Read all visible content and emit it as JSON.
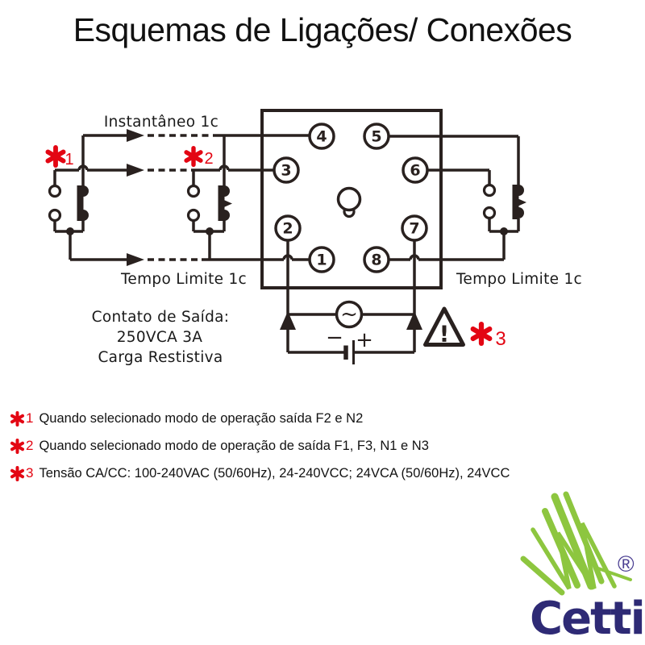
{
  "title": "Esquemas de Ligações/ Conexões",
  "diagram": {
    "labels": {
      "instantaneo": "Instantâneo 1c",
      "tempo_limite_left": "Tempo Limite 1c",
      "tempo_limite_right": "Tempo Limite 1c",
      "contato_line1": "Contato de Saída:",
      "contato_line2": "250VCA 3A",
      "contato_line3": "Carga Restistiva",
      "minus": "−",
      "plus": "+",
      "ac_tilde": "~",
      "warning_mark": "!"
    },
    "pins": [
      "1",
      "2",
      "3",
      "4",
      "5",
      "6",
      "7",
      "8"
    ],
    "refs": {
      "r1": "1",
      "r2": "2",
      "r3": "3"
    }
  },
  "footnotes": [
    {
      "ref": "1",
      "text": "Quando selecionado modo de operação saída F2 e N2"
    },
    {
      "ref": "2",
      "text": "Quando selecionado modo de operação de saída F1, F3, N1 e N3"
    },
    {
      "ref": "3",
      "text": "Tensão CA/CC: 100-240VAC (50/60Hz), 24-240VCC; 24VCA (50/60Hz), 24VCC"
    }
  ],
  "logo": {
    "brand": "Cetti",
    "registered": "®"
  },
  "colors": {
    "line": "#29211f",
    "accent_red": "#e30613",
    "logo_green": "#8dc63f",
    "logo_navy": "#2e2a75",
    "logo_purple": "#4b3f92"
  }
}
